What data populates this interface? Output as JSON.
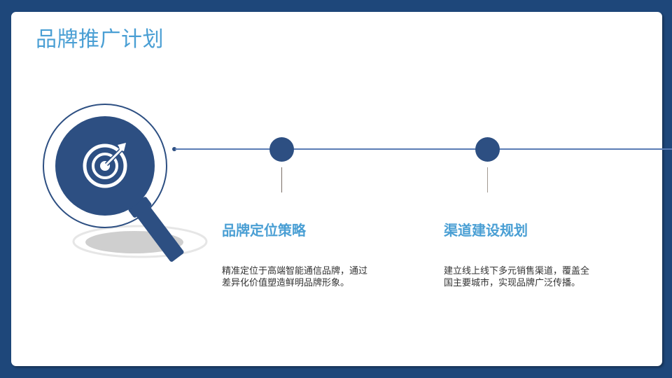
{
  "page": {
    "title": "品牌推广计划"
  },
  "colors": {
    "frame": "#1e477a",
    "accent": "#4a9fd4",
    "icon": "#2d4f82",
    "line": "#5a7cb5"
  },
  "hero_icon": {
    "name": "magnifier-target-icon"
  },
  "steps": [
    {
      "title": "品牌定位策略",
      "desc_line1": "精准定位于高端智能通信品牌，通过",
      "desc_line2": "差异化价值塑造鲜明品牌形象。"
    },
    {
      "title": "渠道建设规划",
      "desc_line1": "建立线上线下多元销售渠道，覆盖全",
      "desc_line2": "国主要城市，实现品牌广泛传播。"
    }
  ]
}
